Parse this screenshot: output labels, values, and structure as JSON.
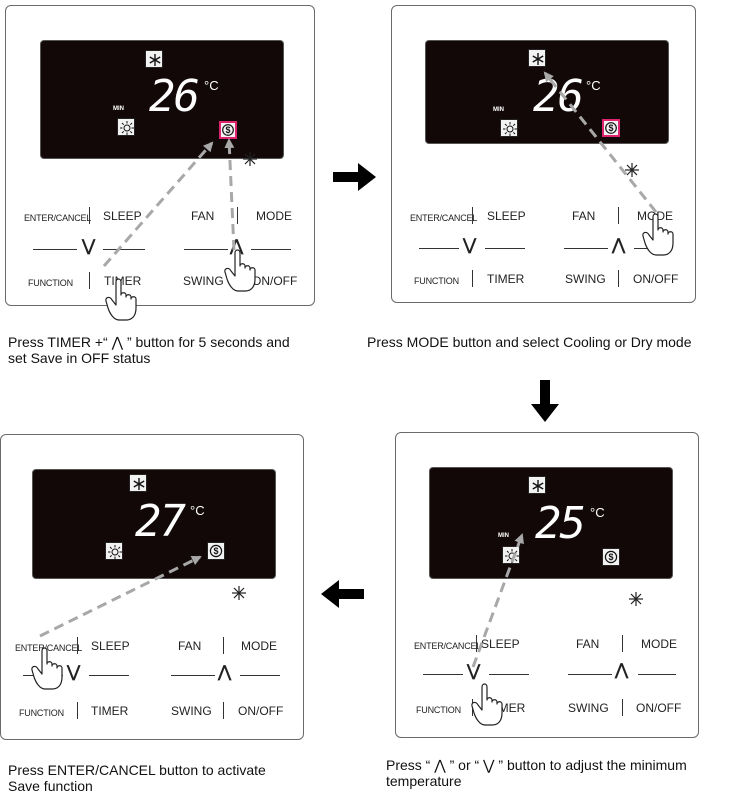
{
  "labels": {
    "enter_cancel": "ENTER/CANCEL",
    "sleep": "SLEEP",
    "fan": "FAN",
    "mode": "MODE",
    "function": "FUNCTION",
    "timer": "TIMER",
    "swing": "SWING",
    "on_off": "ON/OFF",
    "min": "MIN",
    "degc": "°C",
    "up_arrow": "⋀",
    "down_arrow": "⋁"
  },
  "panels": [
    {
      "temp": "26",
      "show_min": true,
      "save_highlight": true,
      "caption": "Press TIMER +“ ⋀ ” button for 5 seconds and\nset Save in OFF status"
    },
    {
      "temp": "26",
      "show_min": true,
      "save_highlight": true,
      "caption": "Press MODE button and select Cooling or Dry mode"
    },
    {
      "temp": "25",
      "show_min": true,
      "save_highlight": false,
      "caption": "Press “ ⋀ ” or “ ⋁ ” button to adjust the minimum\ntemperature"
    },
    {
      "temp": "27",
      "show_min": false,
      "save_highlight": false,
      "caption": "Press ENTER/CANCEL button to activate\nSave function"
    }
  ],
  "colors": {
    "lcd": "#120808",
    "highlight": "#e0236e",
    "dashed_arrow": "#a8a8a8",
    "flow_arrow": "#000000"
  }
}
